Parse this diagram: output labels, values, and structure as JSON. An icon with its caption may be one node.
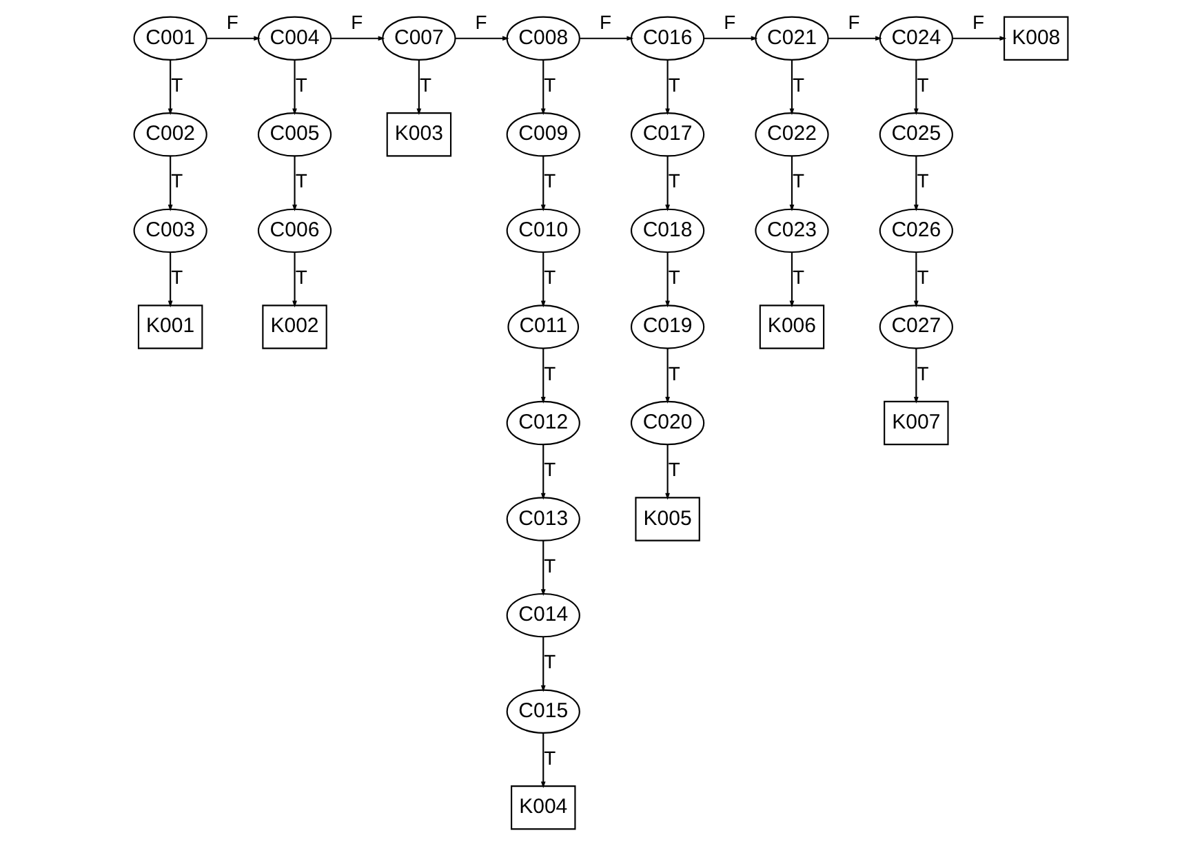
{
  "diagram": {
    "nodes": [
      {
        "text": [
          "C001"
        ]
      },
      {
        "text": [
          "C002"
        ]
      },
      {
        "text": [
          "C003"
        ]
      },
      {
        "text": [
          "K001"
        ]
      },
      {
        "text": [
          "C004"
        ]
      },
      {
        "text": [
          "C005"
        ]
      },
      {
        "text": [
          "C006"
        ]
      },
      {
        "text": [
          "K002"
        ]
      },
      {
        "text": [
          "C007"
        ]
      },
      {
        "text": [
          "K003"
        ]
      },
      {
        "text": [
          "C008"
        ]
      },
      {
        "text": [
          "C009"
        ]
      },
      {
        "text": [
          "C010"
        ]
      },
      {
        "text": [
          "C011"
        ]
      },
      {
        "text": [
          "C012"
        ]
      },
      {
        "text": [
          "C013"
        ]
      },
      {
        "text": [
          "C014"
        ]
      },
      {
        "text": [
          "C015"
        ]
      },
      {
        "text": [
          "K004"
        ]
      },
      {
        "text": [
          "C016"
        ]
      },
      {
        "text": [
          "C017"
        ]
      },
      {
        "text": [
          "C018"
        ]
      },
      {
        "text": [
          "C019"
        ]
      },
      {
        "text": [
          "C020"
        ]
      },
      {
        "text": [
          "K005"
        ]
      },
      {
        "text": [
          "C021"
        ]
      },
      {
        "text": [
          "C022"
        ]
      },
      {
        "text": [
          "C023"
        ]
      },
      {
        "text": [
          "K006"
        ]
      },
      {
        "text": [
          "C024"
        ]
      },
      {
        "text": [
          "C025"
        ]
      },
      {
        "text": [
          "C026"
        ]
      },
      {
        "text": [
          "C027"
        ]
      },
      {
        "text": [
          "K007"
        ]
      },
      {
        "text": [
          "K008"
        ]
      }
    ],
    "edges": [
      {
        "from": 0,
        "to": 4,
        "arrow": "to",
        "label": "F"
      },
      {
        "from": 0,
        "to": 1,
        "arrow": "to",
        "label": "T"
      },
      {
        "from": 1,
        "to": 2,
        "arrow": "to",
        "label": "T"
      },
      {
        "from": 2,
        "to": 3,
        "arrow": "to",
        "label": "T"
      },
      {
        "from": 4,
        "to": 8,
        "arrow": "to",
        "label": "F"
      },
      {
        "from": 4,
        "to": 5,
        "arrow": "to",
        "label": "T"
      },
      {
        "from": 5,
        "to": 6,
        "arrow": "to",
        "label": "T"
      },
      {
        "from": 6,
        "to": 7,
        "arrow": "to",
        "label": "T"
      },
      {
        "from": 8,
        "to": 10,
        "arrow": "to",
        "label": "F"
      },
      {
        "from": 8,
        "to": 9,
        "arrow": "to",
        "label": "T"
      },
      {
        "from": 10,
        "to": 19,
        "arrow": "to",
        "label": "F"
      },
      {
        "from": 10,
        "to": 11,
        "arrow": "to",
        "label": "T"
      },
      {
        "from": 11,
        "to": 12,
        "arrow": "to",
        "label": "T"
      },
      {
        "from": 12,
        "to": 13,
        "arrow": "to",
        "label": "T"
      },
      {
        "from": 13,
        "to": 14,
        "arrow": "to",
        "label": "T"
      },
      {
        "from": 14,
        "to": 15,
        "arrow": "to",
        "label": "T"
      },
      {
        "from": 15,
        "to": 16,
        "arrow": "to",
        "label": "T"
      },
      {
        "from": 16,
        "to": 17,
        "arrow": "to",
        "label": "T"
      },
      {
        "from": 17,
        "to": 18,
        "arrow": "to",
        "label": "T"
      },
      {
        "from": 19,
        "to": 25,
        "arrow": "to",
        "label": "F"
      },
      {
        "from": 19,
        "to": 20,
        "arrow": "to",
        "label": "T"
      },
      {
        "from": 20,
        "to": 21,
        "arrow": "to",
        "label": "T"
      },
      {
        "from": 21,
        "to": 22,
        "arrow": "to",
        "label": "T"
      },
      {
        "from": 22,
        "to": 23,
        "arrow": "to",
        "label": "T"
      },
      {
        "from": 23,
        "to": 24,
        "arrow": "to",
        "label": "T"
      },
      {
        "from": 25,
        "to": 29,
        "arrow": "to",
        "label": "F"
      },
      {
        "from": 25,
        "to": 26,
        "arrow": "to",
        "label": "T"
      },
      {
        "from": 26,
        "to": 27,
        "arrow": "to",
        "label": "T"
      },
      {
        "from": 27,
        "to": 28,
        "arrow": "to",
        "label": "T"
      },
      {
        "from": 29,
        "to": 34,
        "arrow": "to",
        "label": "F"
      },
      {
        "from": 29,
        "to": 30,
        "arrow": "to",
        "label": "T"
      },
      {
        "from": 30,
        "to": 31,
        "arrow": "to",
        "label": "T"
      },
      {
        "from": 31,
        "to": 32,
        "arrow": "to",
        "label": "T"
      },
      {
        "from": 32,
        "to": 33,
        "arrow": "to",
        "label": "T"
      }
    ]
  }
}
